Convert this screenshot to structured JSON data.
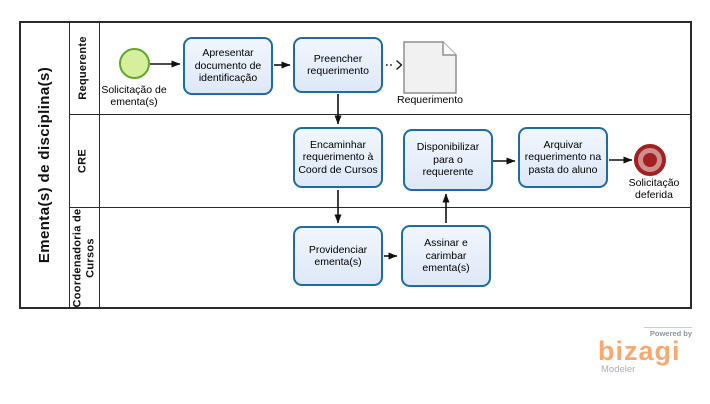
{
  "pool": {
    "title": "Ementa(s) de disciplina(s)"
  },
  "lanes": [
    {
      "label": "Requerente"
    },
    {
      "label": "CRE"
    },
    {
      "label": "Coordenadoria de Cursos"
    }
  ],
  "tasks": [
    {
      "label": "Apresentar documento de identificação"
    },
    {
      "label": "Preencher requerimento"
    },
    {
      "label": "Encaminhar requerimento à Coord de Cursos"
    },
    {
      "label": "Disponibilizar para o requerente"
    },
    {
      "label": "Arquivar requerimento na pasta do aluno"
    },
    {
      "label": "Providenciar ementa(s)"
    },
    {
      "label": "Assinar e carimbar ementa(s)"
    }
  ],
  "events": {
    "start": {
      "label": "Solicitação de ementa(s)"
    },
    "end": {
      "label": "Solicitação deferida"
    }
  },
  "artifacts": {
    "document": {
      "label": "Requerimento"
    }
  },
  "branding": {
    "powered_by": "Powered by",
    "brand": "bizagi",
    "product": "Modeler"
  },
  "colors": {
    "task_fill": "#e7eefa",
    "task_border": "#1b6da3",
    "start_fill": "#d6ef9c",
    "start_border": "#61a828",
    "end_red": "#a32020",
    "brand_orange": "#f4aa70",
    "line_black": "#111111"
  }
}
